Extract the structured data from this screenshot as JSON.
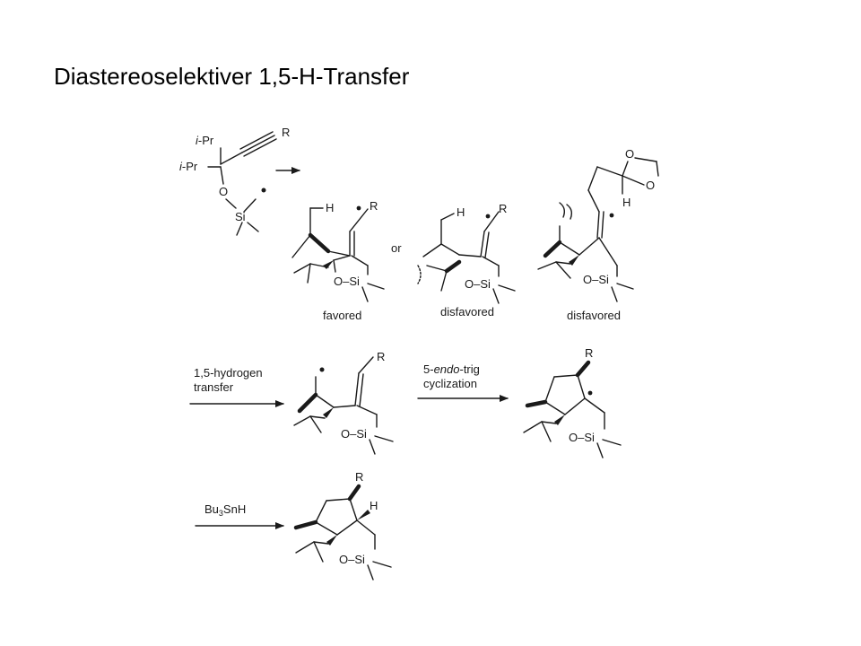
{
  "slide": {
    "title": "Diastereoselektiver 1,5-H-Transfer"
  },
  "scheme": {
    "start": {
      "ipr_top": "i-Pr",
      "ipr_bottom": "i-Pr",
      "r": "R",
      "o": "O",
      "si": "Si"
    },
    "conformers": {
      "or_label": "or",
      "favored": {
        "label": "favored",
        "h": "H",
        "r": "R",
        "o_si": "O–Si"
      },
      "disfavored_1": {
        "label": "disfavored",
        "h": "H",
        "r": "R",
        "o_si": "O–Si"
      },
      "disfavored_2": {
        "label": "disfavored",
        "h": "H",
        "o_top": "O",
        "o_bottom": "O",
        "o_si": "O–Si"
      }
    },
    "step1": {
      "label_line1": "1,5-hydrogen",
      "label_line2": "transfer",
      "r": "R",
      "o_si": "O–Si"
    },
    "step2": {
      "label_line1_pre": "5-",
      "label_line1_it": "endo",
      "label_line1_post": "-trig",
      "label_line2": "cyclization",
      "r": "R",
      "o_si": "O–Si"
    },
    "step3": {
      "reagent_bu": "Bu",
      "reagent_sub": "3",
      "reagent_rest": "SnH",
      "r": "R",
      "h": "H",
      "o_si": "O–Si"
    }
  }
}
